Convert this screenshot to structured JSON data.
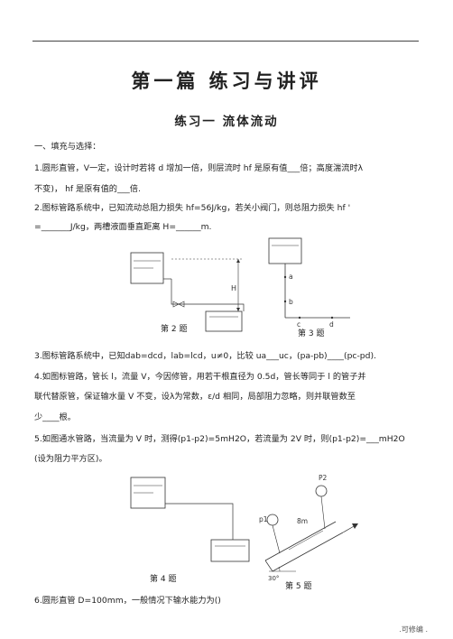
{
  "title": "第一篇   练习与讲评",
  "subtitle": "练习一     流体流动",
  "section_heading": "一、填充与选择：",
  "lines": {
    "q1a": "1.圆形直管，V一定，设计时若将 d 增加一倍，则层流时 hf 是原有值___倍；高度湍流时λ",
    "q1b": "不变)， hf 是原有值的___倍.",
    "q2a": "2.图标管路系统中，已知流动总阻力损失 hf=56J/kg，若关小阀门，则总阻力损失 hf '",
    "q2b": "=_______J/kg，两槽液面垂直距离 H=______m.",
    "q3": "3.图标管路系统中，已知dab=dcd，lab=lcd，u≠0，比较 ua___uc，(pa-pb)____(pc-pd).",
    "q4a": "4.如图标管路，管长 l，流量 V，今因修管，用若干根直径为 0.5d，管长等同于 l 的管子并",
    "q4b": "联代替原管，保证输水量 V 不变，设λ为常数，ε/d 相同，局部阻力忽略，则并联管数至",
    "q4c": "少____根。",
    "q5a": "5.如图通水管路，当流量为 V 时，测得(p1-p2)=5mH2O，若流量为 2V 时，则(p1-p2)=___mH2O",
    "q5b": "(设为阻力平方区)。",
    "q6": "6.圆形直管 D=100mm，一般情况下输水能力为()"
  },
  "figures": {
    "fig2_label": "第 2 题",
    "fig2_H": "H",
    "fig3_label": "第 3 题",
    "fig3_points": [
      "a",
      "b",
      "c",
      "d"
    ],
    "fig4_label": "第 4 题",
    "fig5_label": "第 5 题",
    "fig5_p1": "p1",
    "fig5_p2": "P2",
    "fig5_length": "8m",
    "fig5_angle": "30°"
  },
  "footer": ".可修编 ."
}
